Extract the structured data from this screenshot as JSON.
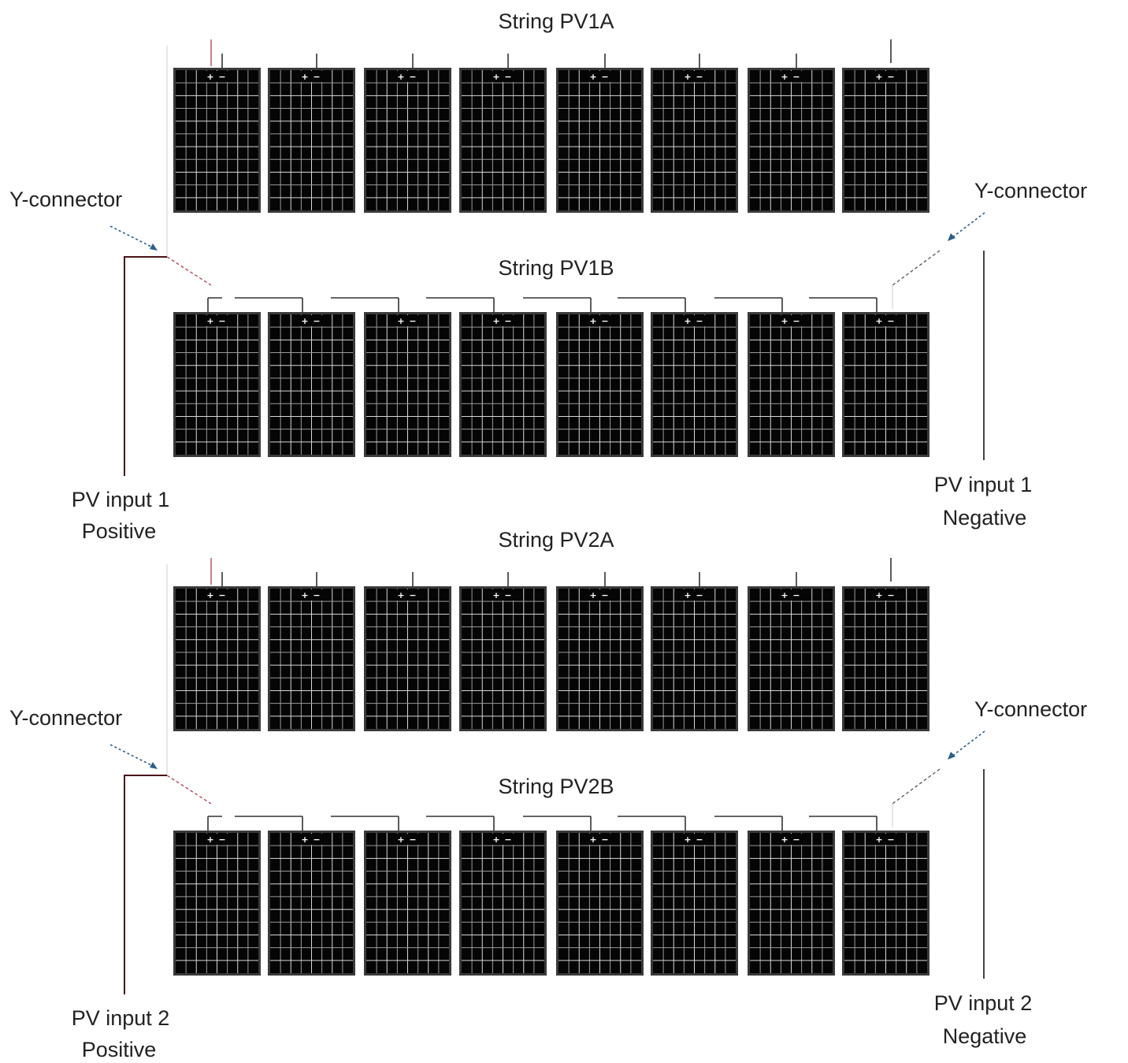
{
  "strings": [
    {
      "id": "pv1a",
      "label": "String PV1A",
      "panel_count": 8,
      "wiring": "top-terminals"
    },
    {
      "id": "pv1b",
      "label": "String PV1B",
      "panel_count": 8,
      "wiring": "daisy-chain"
    },
    {
      "id": "pv2a",
      "label": "String PV2A",
      "panel_count": 8,
      "wiring": "top-terminals"
    },
    {
      "id": "pv2b",
      "label": "String PV2B",
      "panel_count": 8,
      "wiring": "daisy-chain"
    }
  ],
  "panel_terminals": {
    "positive": "+",
    "negative": "−"
  },
  "groups": [
    {
      "id": "input1",
      "y_connector_left": "Y-connector",
      "y_connector_right": "Y-connector",
      "positive_line1": "PV input 1",
      "positive_line2": "Positive",
      "negative_line1": "PV input 1",
      "negative_line2": "Negative"
    },
    {
      "id": "input2",
      "y_connector_left": "Y-connector",
      "y_connector_right": "Y-connector",
      "positive_line1": "PV input 2",
      "positive_line2": "Positive",
      "negative_line1": "PV input 2",
      "negative_line2": "Negative"
    }
  ],
  "colors": {
    "panel_frame": "#3a3a3a",
    "panel_cells": "#050505",
    "positive_wire": "#4a1418",
    "arrow": "#2b5f8a"
  }
}
